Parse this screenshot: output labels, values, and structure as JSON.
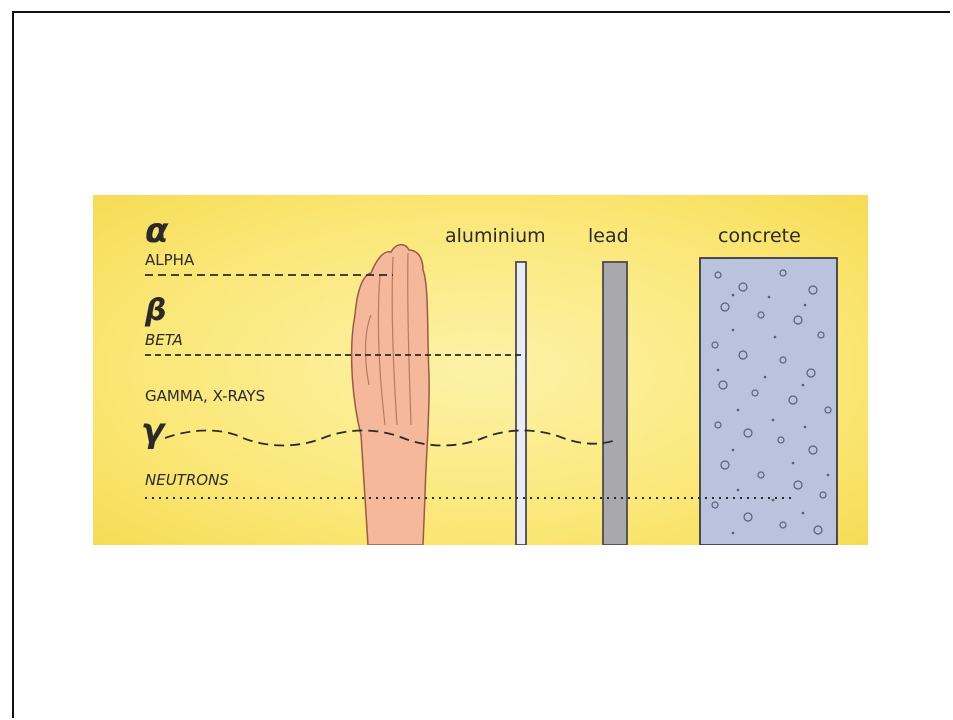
{
  "diagram": {
    "symbols": {
      "alpha": "α",
      "beta": "β",
      "gamma": "γ"
    },
    "labels": {
      "alpha": "ALPHA",
      "beta": "BETA",
      "gamma": "GAMMA, X-RAYS",
      "neutrons": "NEUTRONS"
    },
    "barriers": {
      "aluminium": "aluminium",
      "lead": "lead",
      "concrete": "concrete"
    }
  },
  "colors": {
    "background": "#fbe76a",
    "hand": "#f5b89a",
    "aluminium": "#e8ecf6",
    "lead": "#a9a9ad",
    "concrete": "#b9c3dc",
    "ink": "#2a2a2a"
  }
}
